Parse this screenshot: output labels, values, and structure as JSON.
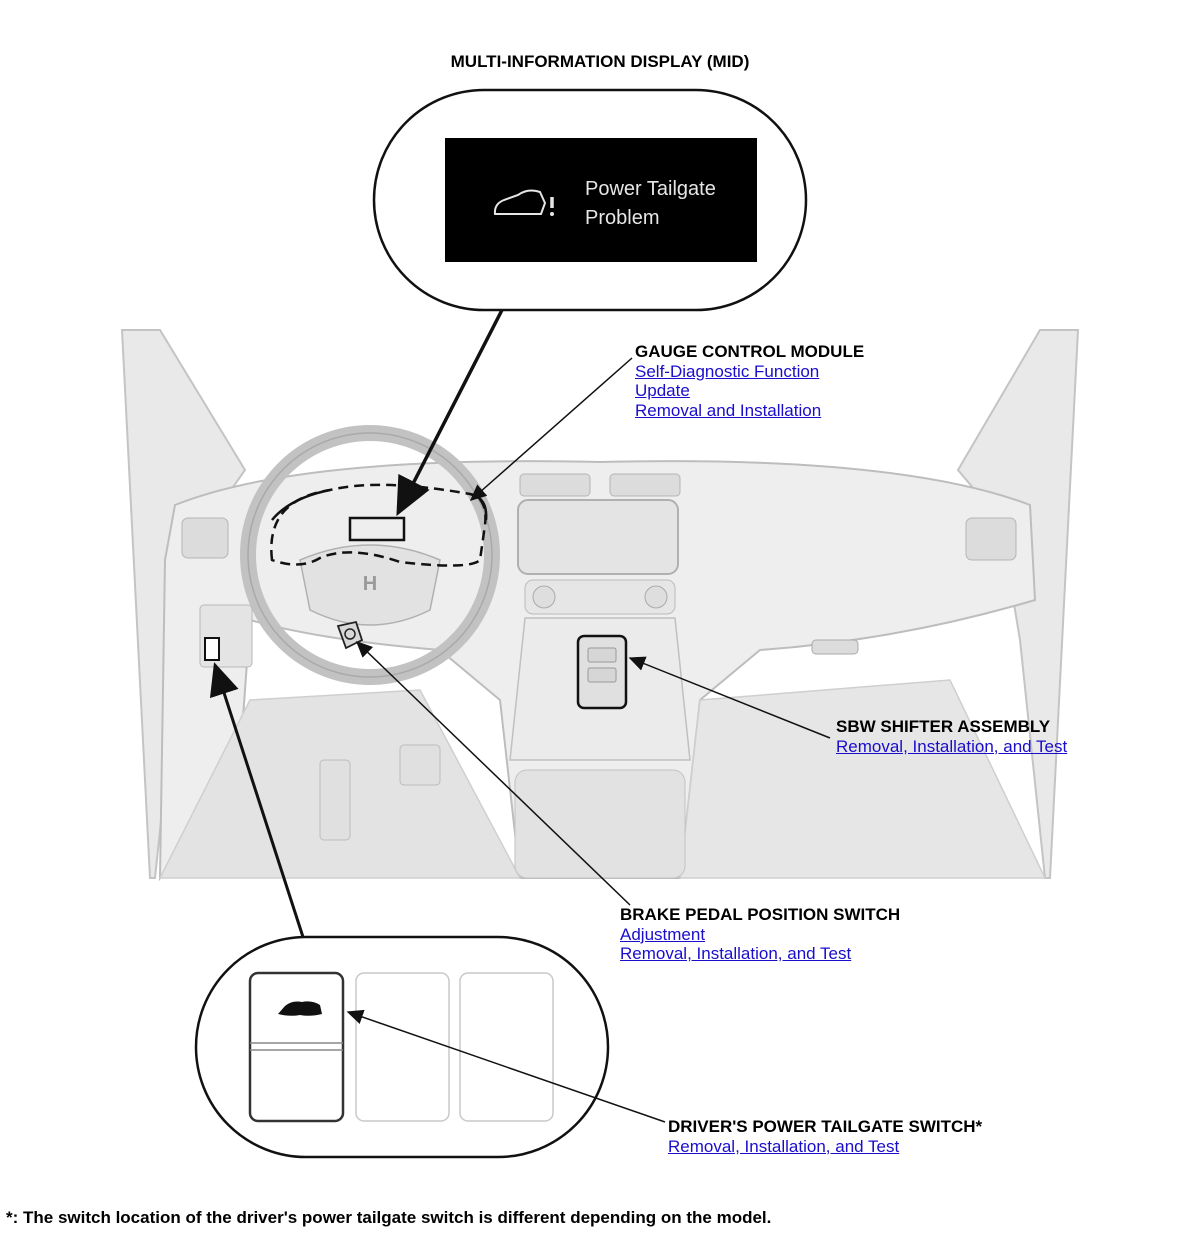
{
  "diagram_title": "MULTI-INFORMATION DISPLAY (MID)",
  "mid_message": {
    "line1": "Power Tailgate",
    "line2": "Problem",
    "icon": "tailgate-warning-icon"
  },
  "callouts": {
    "gauge": {
      "title": "GAUGE CONTROL MODULE",
      "links": [
        "Self-Diagnostic Function",
        "Update",
        "Removal and Installation"
      ]
    },
    "sbw": {
      "title": "SBW SHIFTER ASSEMBLY",
      "links": [
        "Removal, Installation, and Test"
      ]
    },
    "brake": {
      "title": "BRAKE PEDAL POSITION SWITCH",
      "links": [
        "Adjustment",
        "Removal, Installation, and Test"
      ]
    },
    "tailgate": {
      "title": "DRIVER'S POWER TAILGATE SWITCH*",
      "links": [
        "Removal, Installation, and Test"
      ]
    }
  },
  "footnote": "*: The switch location of the driver's power tailgate switch is different depending on the model.",
  "colors": {
    "link": "#1a0dcc",
    "mid_background": "#000000",
    "dashboard_fill": "#eeeeee",
    "dashboard_stroke": "#bdbdbd"
  }
}
